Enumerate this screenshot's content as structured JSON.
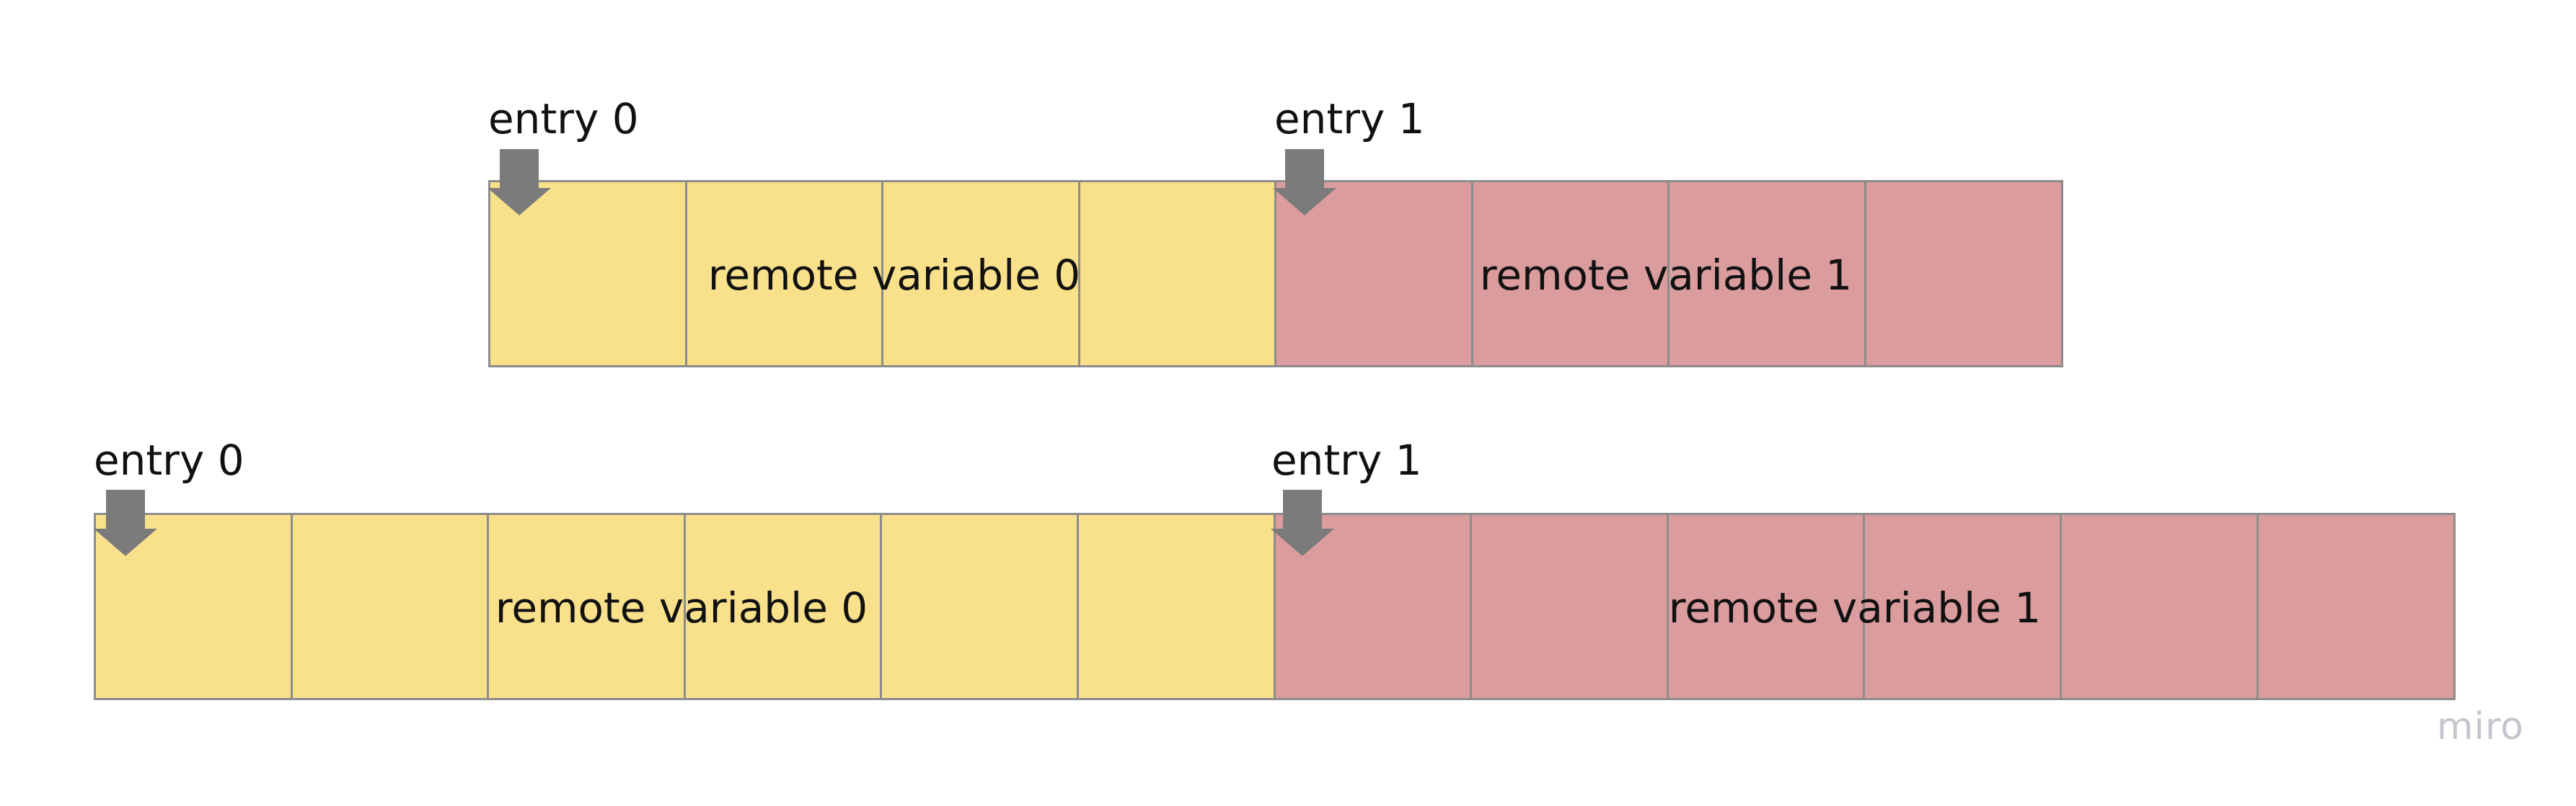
{
  "colors": {
    "yellow_cell": "#f9e18c",
    "pink_cell": "#db9c9e",
    "cell_border": "#8c8c8c",
    "arrow": "#7b7b7b",
    "text": "#111111",
    "watermark": "#c3c6cc"
  },
  "rows": [
    {
      "entries": [
        {
          "label": "entry 0",
          "icon": "down-arrow-icon"
        },
        {
          "label": "entry 1",
          "icon": "down-arrow-icon"
        }
      ],
      "variables": [
        {
          "label": "remote variable 0",
          "color": "yellow",
          "cells": 4
        },
        {
          "label": "remote variable 1",
          "color": "pink",
          "cells": 4
        }
      ]
    },
    {
      "entries": [
        {
          "label": "entry 0",
          "icon": "down-arrow-icon"
        },
        {
          "label": "entry 1",
          "icon": "down-arrow-icon"
        }
      ],
      "variables": [
        {
          "label": "remote variable 0",
          "color": "yellow",
          "cells": 6
        },
        {
          "label": "remote variable 1",
          "color": "pink",
          "cells": 6
        }
      ]
    }
  ],
  "watermark": "miro"
}
